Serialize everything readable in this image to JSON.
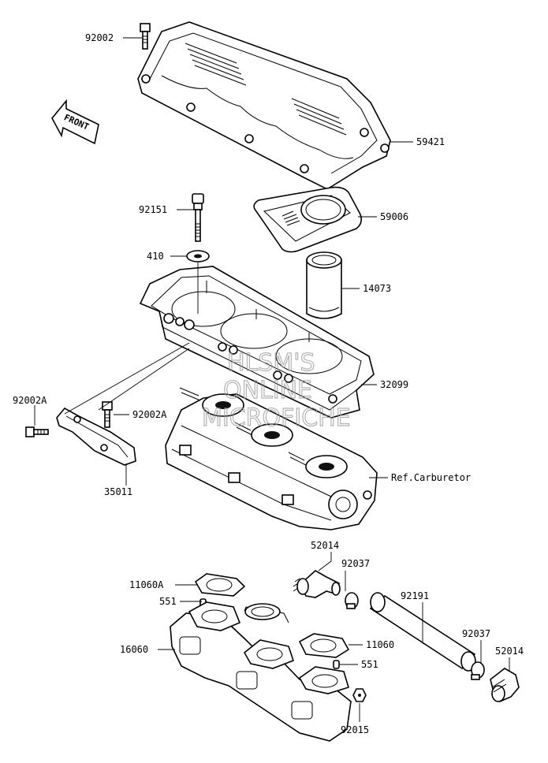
{
  "watermark": [
    "HLSM'S",
    "ONLINE",
    "MICROFICHE"
  ],
  "front_label": "FRONT",
  "labels": {
    "p92002_top": "92002",
    "p59421": "59421",
    "p92151": "92151",
    "p59006": "59006",
    "p410": "410",
    "p14073": "14073",
    "p32099": "32099",
    "p92002A_left": "92002A",
    "p92002A_mid": "92002A",
    "p35011": "35011",
    "ref_carb": "Ref.Carburetor",
    "p52014_mid": "52014",
    "p92037_mid": "92037",
    "p11060A": "11060A",
    "p551_left": "551",
    "p92191": "92191",
    "p16060": "16060",
    "p11060": "11060",
    "p551_right": "551",
    "p92037_right": "92037",
    "p52014_right": "52014",
    "p92015": "92015"
  }
}
